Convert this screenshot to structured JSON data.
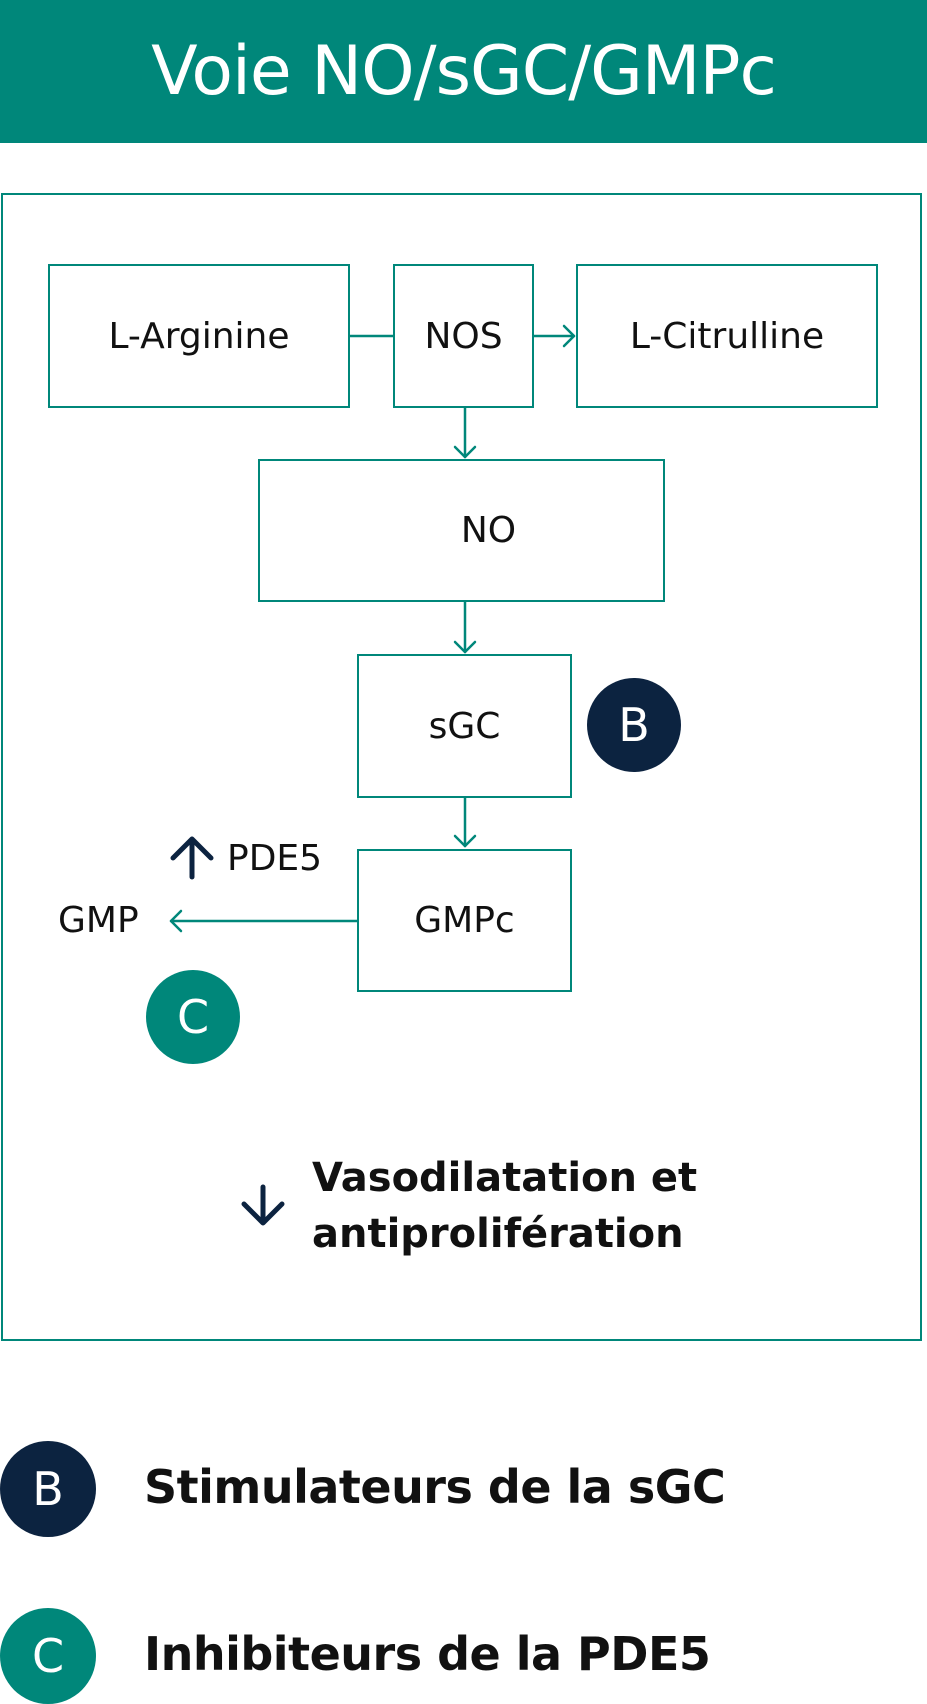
{
  "header": {
    "title": "Voie NO/sGC/GMPc"
  },
  "colors": {
    "teal": "#00877a",
    "navy": "#0c2340"
  },
  "nodes": {
    "l_arginine": "L-Arginine",
    "nos": "NOS",
    "l_citrulline": "L-Citrulline",
    "no": "NO",
    "sgc": "sGC",
    "gmpc": "GMPc"
  },
  "labels": {
    "pde5": "PDE5",
    "gmp": "GMP",
    "outcome_line1": "Vasodilatation et",
    "outcome_line2": "antiprolifération"
  },
  "badges": {
    "b": "B",
    "c": "C"
  },
  "icons": {
    "no_trend": "arrow-down-icon",
    "pde5_trend": "arrow-up-icon",
    "outcome_trend": "arrow-down-icon"
  },
  "legend": [
    {
      "letter": "B",
      "text": "Stimulateurs de la sGC"
    },
    {
      "letter": "C",
      "text": "Inhibiteurs de la PDE5"
    }
  ]
}
